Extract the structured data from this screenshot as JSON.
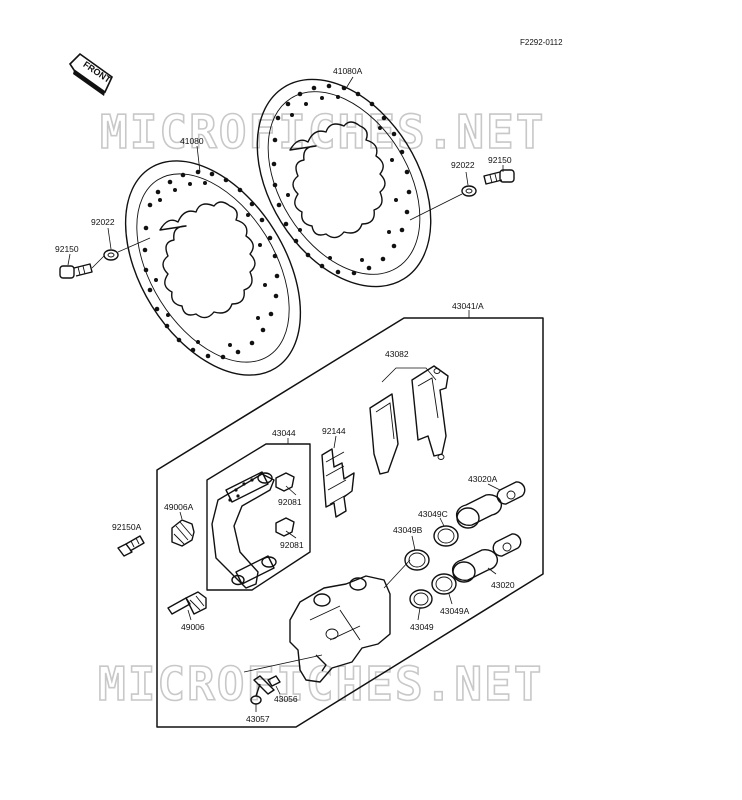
{
  "diagram_ref": "F2292-0112",
  "front_tag": "FRONT",
  "watermark": "MICROFICHES.NET",
  "labels": {
    "p41080a": "41080A",
    "p41080": "41080",
    "p92150_right": "92150",
    "p92022_right": "92022",
    "p92022_left": "92022",
    "p92150_left": "92150",
    "p43041": "43041/A",
    "p43082": "43082",
    "p43044": "43044",
    "p92144": "92144",
    "p49006a": "49006A",
    "p92081_top": "92081",
    "p92081_bottom": "92081",
    "p92150a": "92150A",
    "p43020a": "43020A",
    "p43049c": "43049C",
    "p43049b": "43049B",
    "p49006": "49006",
    "p43020": "43020",
    "p43049a": "43049A",
    "p43049": "43049",
    "p43056": "43056",
    "p43057": "43057"
  }
}
